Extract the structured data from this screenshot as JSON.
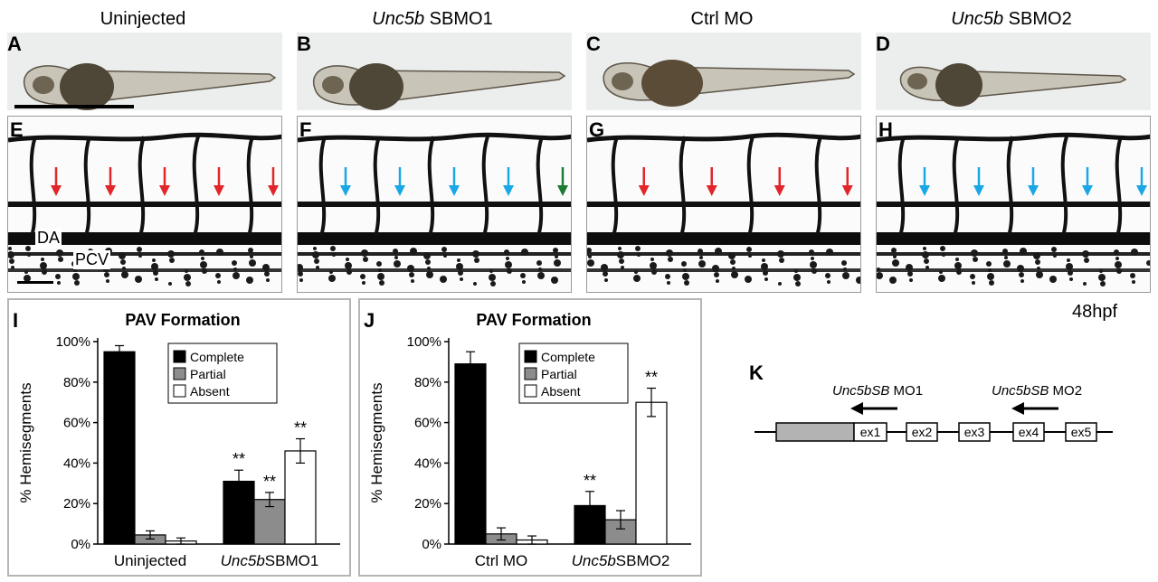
{
  "columns": [
    {
      "gene": "",
      "label": "Uninjected"
    },
    {
      "gene": "Unc5b",
      "label": " SBMO1"
    },
    {
      "gene": "",
      "label": "Ctrl MO"
    },
    {
      "gene": "Unc5b",
      "label": " SBMO2"
    }
  ],
  "panel_letters": {
    "embryo": [
      "A",
      "B",
      "C",
      "D"
    ],
    "vessel": [
      "E",
      "F",
      "G",
      "H"
    ],
    "chart1": "I",
    "chart2": "J",
    "diagram": "K"
  },
  "vessel_labels": {
    "da": "DA",
    "pcv": "PCV"
  },
  "arrows": [
    [
      "red",
      "red",
      "red",
      "red",
      "red"
    ],
    [
      "blue",
      "blue",
      "blue",
      "blue",
      "green"
    ],
    [
      "red",
      "red",
      "red",
      "red"
    ],
    [
      "blue",
      "blue",
      "blue",
      "blue",
      "blue"
    ]
  ],
  "colors": {
    "red": "#e0262b",
    "blue": "#1aa7e6",
    "green": "#1d7a32",
    "complete": "#000000",
    "partial": "#8c8c8c",
    "absent": "#ffffff"
  },
  "timepoint": "48hpf",
  "chart_data": [
    {
      "type": "bar",
      "title": "PAV Formation",
      "ylabel": "% Hemisegments",
      "ylim": [
        0,
        100
      ],
      "yticks": [
        "0%",
        "20%",
        "40%",
        "60%",
        "80%",
        "100%"
      ],
      "groups": [
        {
          "prefix": "",
          "italic": "",
          "suffix": "Uninjected"
        },
        {
          "prefix": "",
          "italic": "Unc5b",
          "suffix": "SBMO1"
        }
      ],
      "series": [
        {
          "name": "Complete",
          "values": [
            95,
            31
          ],
          "errors": [
            3,
            5.5
          ],
          "sig": [
            "",
            "**"
          ]
        },
        {
          "name": "Partial",
          "values": [
            4.5,
            22
          ],
          "errors": [
            2,
            3.5
          ],
          "sig": [
            "",
            "**"
          ]
        },
        {
          "name": "Absent",
          "values": [
            1.5,
            46
          ],
          "errors": [
            1.5,
            6
          ],
          "sig": [
            "",
            "**"
          ]
        }
      ]
    },
    {
      "type": "bar",
      "title": "PAV Formation",
      "ylabel": "% Hemisegments",
      "ylim": [
        0,
        100
      ],
      "yticks": [
        "0%",
        "20%",
        "40%",
        "60%",
        "80%",
        "100%"
      ],
      "groups": [
        {
          "prefix": "",
          "italic": "",
          "suffix": "Ctrl MO"
        },
        {
          "prefix": "",
          "italic": "Unc5b",
          "suffix": "SBMO2"
        }
      ],
      "series": [
        {
          "name": "Complete",
          "values": [
            89,
            19
          ],
          "errors": [
            6,
            7
          ],
          "sig": [
            "",
            "**"
          ]
        },
        {
          "name": "Partial",
          "values": [
            5,
            12
          ],
          "errors": [
            3,
            4.5
          ],
          "sig": [
            "",
            ""
          ]
        },
        {
          "name": "Absent",
          "values": [
            2,
            70
          ],
          "errors": [
            2,
            7
          ],
          "sig": [
            "",
            "**"
          ]
        }
      ]
    }
  ],
  "gene_diagram": {
    "exons": [
      "ex1",
      "ex2",
      "ex3",
      "ex4",
      "ex5"
    ],
    "mo1": {
      "italic": "Unc5bSB",
      "text": " MO1"
    },
    "mo2": {
      "italic": "Unc5bSB",
      "text": " MO2"
    }
  }
}
